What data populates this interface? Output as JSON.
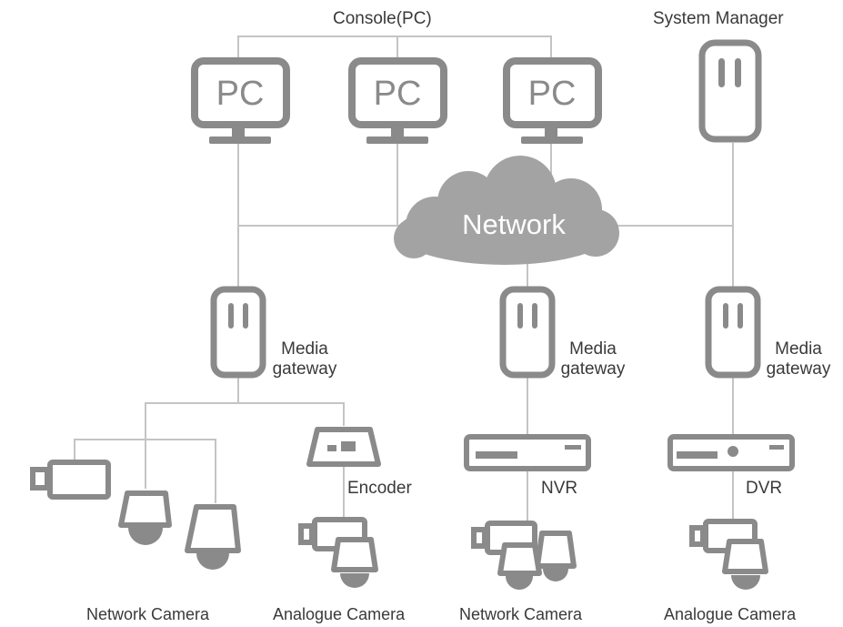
{
  "labels": {
    "console": "Console(PC)",
    "system_manager": "System Manager",
    "network": "Network",
    "pc": "PC",
    "media_gateway_line1": "Media",
    "media_gateway_line2": "gateway",
    "encoder": "Encoder",
    "nvr": "NVR",
    "dvr": "DVR",
    "network_camera": "Network Camera",
    "analogue_camera": "Analogue Camera"
  },
  "colors": {
    "device": "#8a8a8a",
    "device_fill": "#ffffff",
    "line": "#c4c4c4",
    "cloud": "#a3a3a3",
    "text": "#3a3a3a"
  }
}
